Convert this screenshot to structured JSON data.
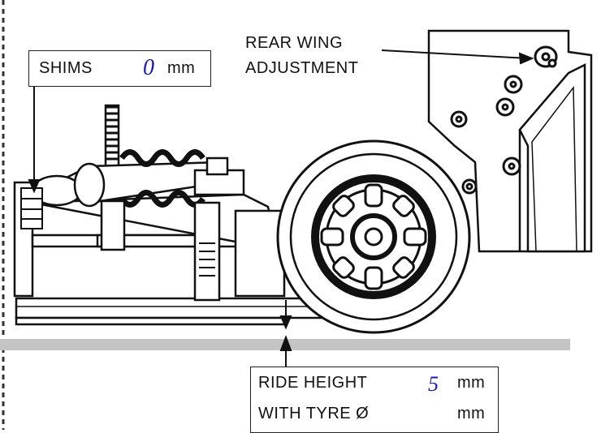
{
  "labels": {
    "rear_wing": [
      "REAR WING",
      "ADJUSTMENT"
    ]
  },
  "shims": {
    "label": "SHIMS",
    "value": "0",
    "unit": "mm"
  },
  "ride_height": {
    "label": "RIDE HEIGHT",
    "value": "5",
    "unit": "mm",
    "tyre_label": "WITH TYRE Ø",
    "tyre_value": "",
    "tyre_unit": "mm"
  },
  "colors": {
    "value_text": "#1a1ab0",
    "ground_bar": "#c4c4c4",
    "line": "#111111"
  }
}
